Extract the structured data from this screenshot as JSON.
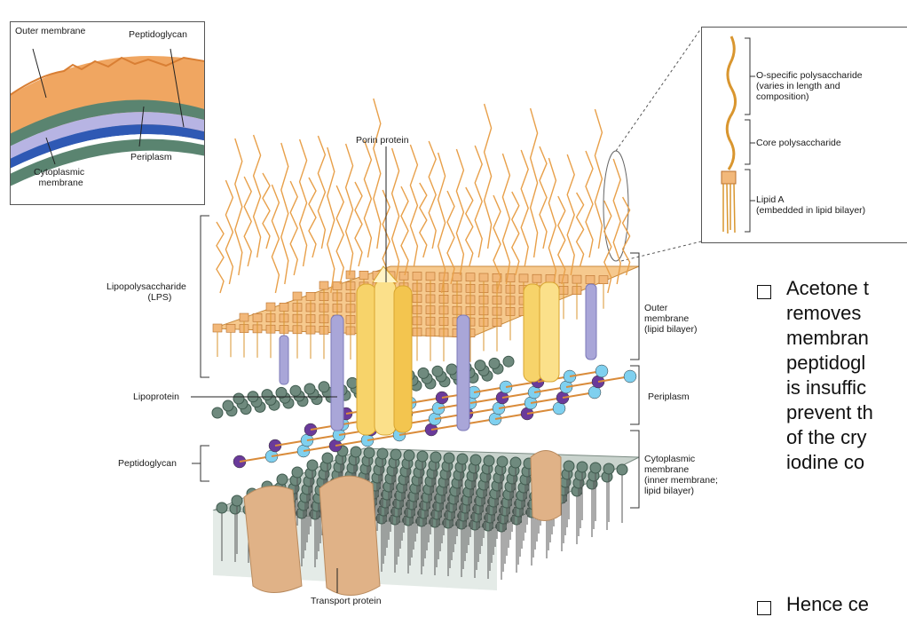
{
  "inset": {
    "outer_membrane": "Outer membrane",
    "peptidoglycan": "Peptidoglycan",
    "periplasm": "Periplasm",
    "cytoplasmic_line1": "Cytoplasmic",
    "cytoplasmic_line2": "membrane"
  },
  "lps_detail": {
    "o_specific_line1": "O-specific polysaccharide",
    "o_specific_line2": "(varies in length and",
    "o_specific_line3": "composition)",
    "core": "Core polysaccharide",
    "lipid_a_line1": "Lipid A",
    "lipid_a_line2": "(embedded in lipid bilayer)"
  },
  "diagram": {
    "porin": "Porin protein",
    "lps_line1": "Lipopolysaccharide",
    "lps_line2": "(LPS)",
    "lipoprotein": "Lipoprotein",
    "peptidoglycan": "Peptidoglycan",
    "transport": "Transport protein",
    "outer_line1": "Outer",
    "outer_line2": "membrane",
    "outer_line3": "(lipid bilayer)",
    "periplasm": "Periplasm",
    "cyto_line1": "Cytoplasmic",
    "cyto_line2": "membrane",
    "cyto_line3": "(inner membrane;",
    "cyto_line4": "lipid bilayer)"
  },
  "text": {
    "bullet1_lines": [
      "Acetone t",
      "removes",
      "membran",
      "peptidogl",
      "is insuffic",
      "prevent th",
      "of the cry",
      "iodine co"
    ],
    "bullet2": "Hence ce"
  },
  "colors": {
    "orange": "#e8a04a",
    "lavender": "#a9a6d8",
    "membrane_gray": "#6f8a7e",
    "purple": "#6a3a9a",
    "cyan": "#7fd0ef",
    "tan": "#e0b287"
  }
}
